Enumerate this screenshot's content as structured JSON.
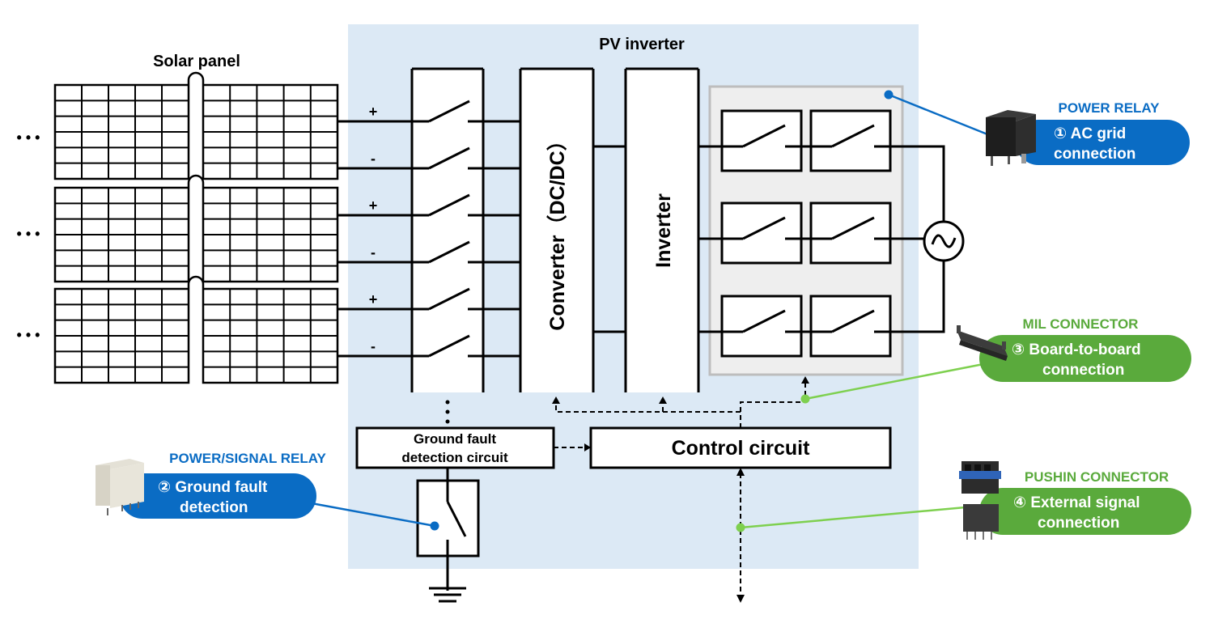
{
  "diagram": {
    "solar_panel_label": "Solar panel",
    "pv_inverter_label": "PV inverter",
    "ellipsis": "• • •",
    "polarity": [
      "+",
      "-",
      "+",
      "-",
      "+",
      "-"
    ],
    "converter_label": "Converter（DC/DC）",
    "inverter_label": "Inverter",
    "ground_fault_label_line1": "Ground fault",
    "ground_fault_label_line2": "detection circuit",
    "control_circuit_label": "Control circuit"
  },
  "callouts": {
    "power_relay": {
      "title": "POWER RELAY",
      "line1": "① AC grid",
      "line2": "connection",
      "color": "#0a6cc4"
    },
    "signal_relay": {
      "title": "POWER/SIGNAL RELAY",
      "line1": "② Ground fault",
      "line2": "detection",
      "color": "#0a6cc4"
    },
    "mil_connector": {
      "title": "MIL CONNECTOR",
      "line1": "③ Board-to-board",
      "line2": "connection",
      "color": "#5aaa3c"
    },
    "pushin_connector": {
      "title": "PUSHIN CONNECTOR",
      "line1": "④ External signal",
      "line2": "connection",
      "color": "#5aaa3c"
    }
  },
  "colors": {
    "inverter_bg": "#dce9f5",
    "relay_group_bg": "#eeeeee",
    "blue_accent": "#0a6cc4",
    "green_accent": "#5aaa3c",
    "green_line": "#7ed04f"
  }
}
